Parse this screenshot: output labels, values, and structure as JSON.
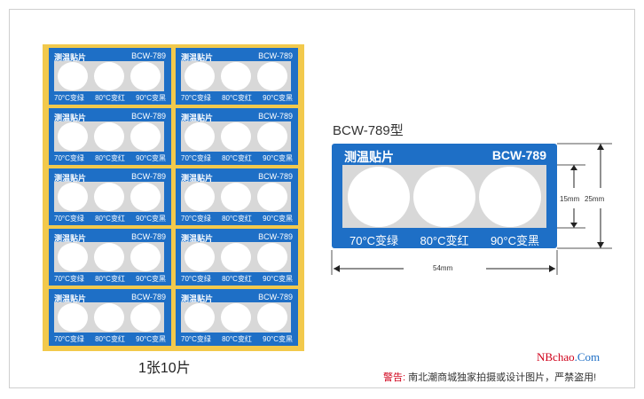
{
  "label": {
    "name": "测温贴片",
    "code": "BCW-789",
    "temps": [
      "70°C变绿",
      "80°C变红",
      "90°C变黑"
    ]
  },
  "sheet_caption": "1张10片",
  "model_title": "BCW-789型",
  "dimensions": {
    "inner": "15mm",
    "outer": "25mm",
    "width": "54mm"
  },
  "warning": {
    "label": "警告:",
    "text": "南北潮商城独家拍摄或设计图片，严禁盗用!"
  },
  "brand": {
    "part1": "NBchao",
    "part2": ".Com"
  },
  "colors": {
    "label_blue": "#1e6fc6",
    "sheet_yellow": "#f2c94c",
    "window_gray": "#d8d8d8",
    "warning_red": "#d0021b"
  }
}
